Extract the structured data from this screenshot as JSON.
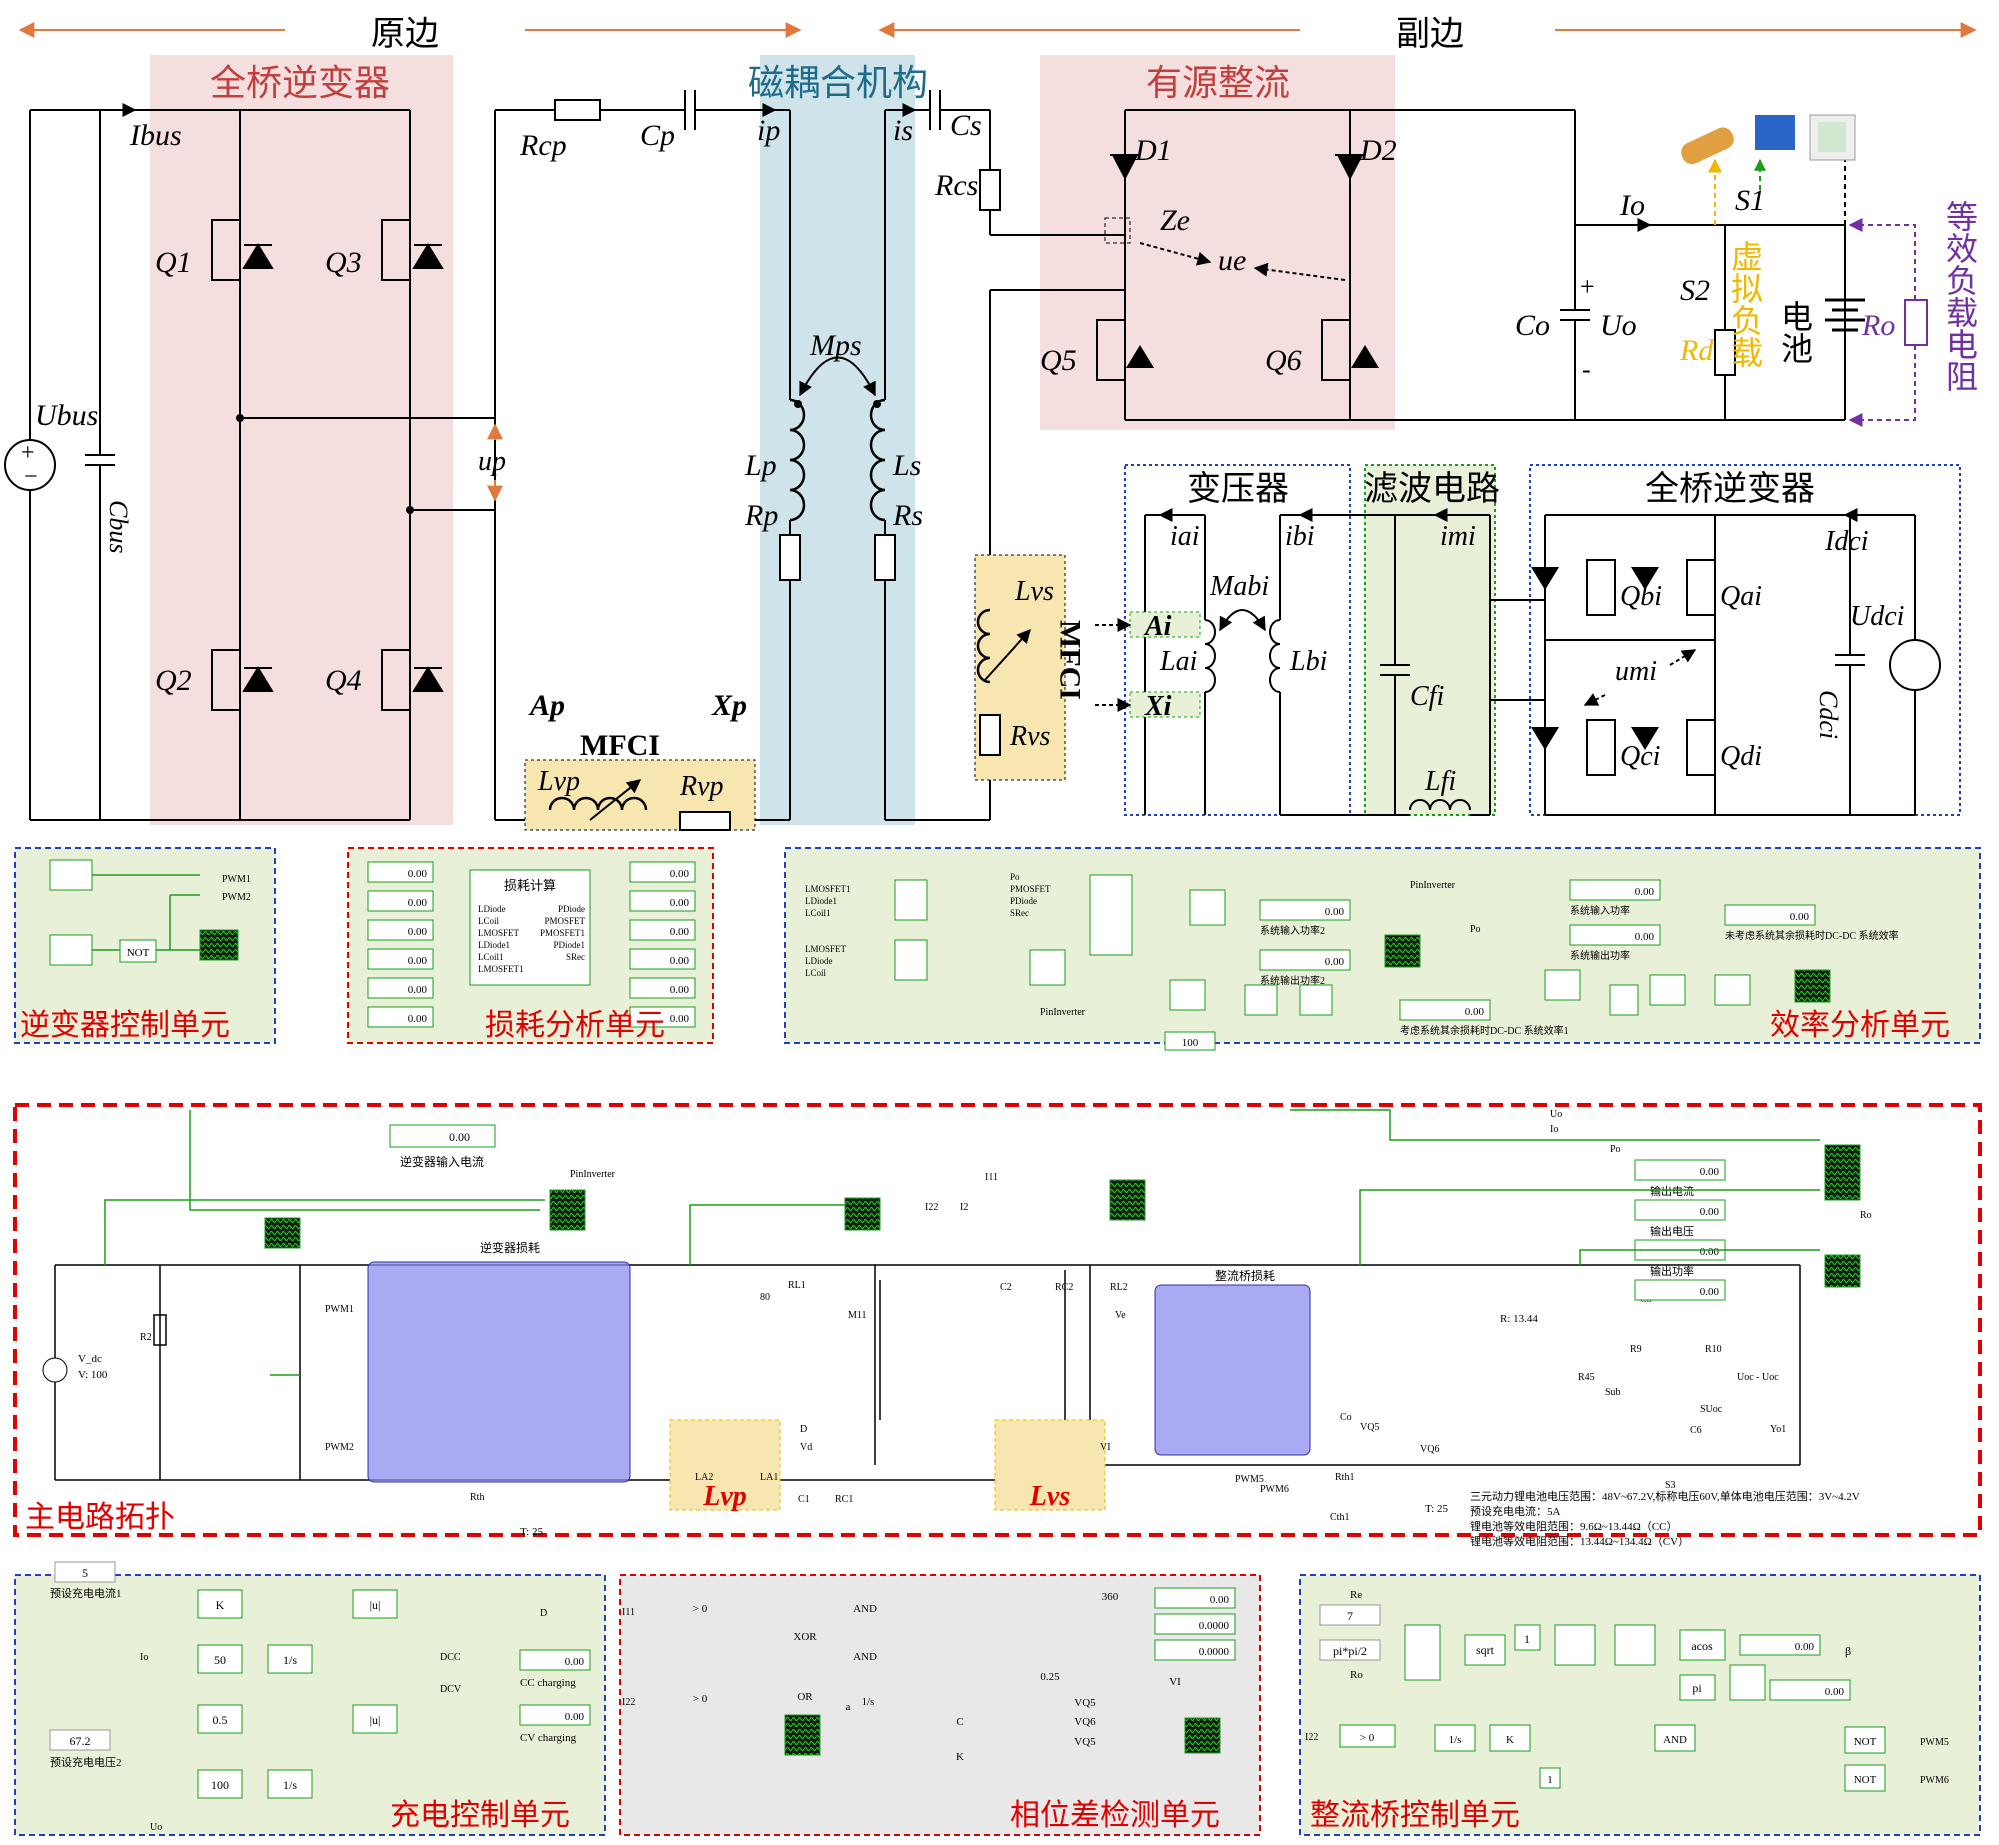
{
  "colors": {
    "wire": "#000000",
    "sim_wire": "#1a9e1a",
    "primary_arrow": "#e07a3c",
    "inverter_bg": "#f5dede",
    "coupler_bg": "#cfe4ea",
    "rectifier_bg": "#f5dede",
    "panel_green": "#e8f0d8",
    "mfci_box": "#f7e6b0",
    "sim_blue_block": "#8c8cf0",
    "red_dash": "#e00000",
    "blue_dash": "#2040c0",
    "virtual_load": "#f0b800",
    "equiv_load": "#7030a0",
    "coupler_title": "#1f6b8a"
  },
  "top": {
    "primary_side": "原边",
    "secondary_side": "副边",
    "full_bridge_inverter": "全桥逆变器",
    "magnetic_coupler": "磁耦合机构",
    "active_rectifier": "有源整流",
    "virtual_load": "虚拟负载",
    "battery": "电池",
    "equiv_load_resistance": "等效负载电阻",
    "transformer": "变压器",
    "filter_circuit": "滤波电路",
    "full_bridge_inverter_2": "全桥逆变器",
    "mfci": "MFCI",
    "labels": {
      "I_bus": "Ibus",
      "U_bus": "Ubus",
      "C_bus": "Cbus",
      "Q1": "Q1",
      "Q2": "Q2",
      "Q3": "Q3",
      "Q4": "Q4",
      "Q5": "Q5",
      "Q6": "Q6",
      "R_cp": "Rcp",
      "C_p": "Cp",
      "i_p": "ip",
      "u_p": "up",
      "i_s": "is",
      "C_s": "Cs",
      "R_cs": "Rcs",
      "M_ps": "Mps",
      "L_p": "Lp",
      "R_p": "Rp",
      "L_s": "Ls",
      "R_s": "Rs",
      "A_p": "Ap",
      "X_p": "Xp",
      "L_vp": "Lvp",
      "R_vp": "Rvp",
      "D1": "D1",
      "D2": "D2",
      "Z_e": "Ze",
      "u_e": "ue",
      "I_o": "Io",
      "C_o": "Co",
      "U_o": "Uo",
      "S1": "S1",
      "S2": "S2",
      "R_d": "Rd",
      "R_o": "Ro",
      "L_vs": "Lvs",
      "R_vs": "Rvs",
      "i_ai": "iai",
      "i_bi": "ibi",
      "i_mi": "imi",
      "I_dci": "Idci",
      "A_i": "Ai",
      "X_i": "Xi",
      "M_abi": "Mabi",
      "L_ai": "Lai",
      "L_bi": "Lbi",
      "C_fi": "Cfi",
      "L_fi": "Lfi",
      "u_mi": "umi",
      "Q_ai": "Qai",
      "Q_bi": "Qbi",
      "Q_ci": "Qci",
      "Q_di": "Qdi",
      "U_dci": "Udci",
      "C_dci": "Cdci"
    }
  },
  "units": {
    "inverter_control": {
      "title": "逆变器控制单元",
      "blocks": [
        "PWM1",
        "PWM2",
        "NOT"
      ]
    },
    "loss_analysis": {
      "title": "损耗分析单元",
      "block_title": "损耗计算",
      "inputs": [
        "LDiode",
        "LCoil",
        "LMOSFET",
        "LDiode1",
        "LCoil1",
        "LMOSFET1"
      ],
      "outputs": [
        "PDiode",
        "PMOSFET",
        "PMOSFET1",
        "PDiode1",
        "SRec"
      ],
      "displays": [
        "0.00",
        "0.00",
        "0.00",
        "0.00",
        "0.00",
        "0.00"
      ]
    },
    "efficiency_analysis": {
      "title": "效率分析单元",
      "ins1": [
        "LMOSFET1",
        "LDiode1",
        "LCoil1"
      ],
      "ins2": [
        "LMOSFET",
        "LDiode",
        "LCoil"
      ],
      "ins3": [
        "Po",
        "PMOSFET",
        "PDiode",
        "SRec"
      ],
      "pin_inverter": "PinInverter",
      "pin_inverter_2": "PinInverter",
      "po": "Po",
      "gain": "100",
      "displays": [
        {
          "value": "0.00",
          "label": "系统输入功率2"
        },
        {
          "value": "0.00",
          "label": "系统输出功率2"
        },
        {
          "value": "0.00",
          "label": "考虑系统其余损耗时DC-DC 系统效率1"
        },
        {
          "value": "0.00",
          "label": "系统输入功率"
        },
        {
          "value": "0.00",
          "label": "系统输出功率"
        },
        {
          "value": "0.00",
          "label": "未考虑系统其余损耗时DC-DC 系统效率"
        }
      ]
    },
    "main_circuit": {
      "title": "主电路拓扑",
      "inverter_loss": "逆变器损耗",
      "rect_loss": "整流桥损耗",
      "vdc": "V_dc",
      "vdc_value": "V: 100",
      "inverter_input_current": "逆变器输入电流",
      "inverter_input_current_value": "0.00",
      "pin_inverter": "PinInverter",
      "probe_labels": [
        "I11",
        "I22",
        "I2",
        "Ve",
        "Uo",
        "Io",
        "Po",
        "Ro",
        "VQ5",
        "VQ6",
        "Vd",
        "VI",
        "PWM1",
        "PWM2",
        "PWM5",
        "PWM6",
        "D"
      ],
      "comp_labels": [
        "R2",
        "RL1",
        "M11",
        "C2",
        "RC2",
        "RL2",
        "C1",
        "RC1",
        "Rth",
        "Rth1",
        "Cth1",
        "Co",
        "C5",
        "R9",
        "R10",
        "C6",
        "R45",
        "S3",
        "Sub",
        "SUoc",
        "Uoc - Uoc",
        "Yo1",
        "LA2",
        "LA1",
        "80"
      ],
      "temp_note": "T: 25",
      "temp_note_2": "T: 25",
      "r_value": "R: 13.44",
      "lvp": "Lvp",
      "lvs": "Lvs",
      "outputs": [
        {
          "value": "0.00",
          "label": "输出电流"
        },
        {
          "value": "0.00",
          "label": "输出电压"
        },
        {
          "value": "0.00",
          "label": "输出功率"
        },
        {
          "value": "0.00",
          "label": ""
        }
      ],
      "notes": [
        "三元动力锂电池电压范围：48V~67.2V,标称电压60V,单体电池电压范围：3V~4.2V",
        "预设充电电流：5A",
        "锂电池等效电阻范围：9.6Ω~13.44Ω（CC）",
        "锂电池等效电阻范围：13.44Ω~134.4Ω（CV）"
      ]
    },
    "charge_control": {
      "title": "充电控制单元",
      "preset_current": "5",
      "preset_current_label": "预设充电电流1",
      "preset_voltage": "67.2",
      "preset_voltage_label": "预设充电电压2",
      "blocks": [
        "K",
        "50",
        "1/s",
        "|u|",
        "0.5",
        "100",
        "1/s",
        "|u|"
      ],
      "signals": [
        "Io",
        "Uo",
        "D",
        "DCC",
        "DCV"
      ],
      "displays": [
        {
          "value": "0.00",
          "label": "CC charging"
        },
        {
          "value": "0.00",
          "label": "CV charging"
        }
      ]
    },
    "phase_detect": {
      "title": "相位差检测单元",
      "inputs": [
        "I11",
        "I22"
      ],
      "blocks": [
        "> 0",
        "> 0",
        "XOR",
        "OR",
        "AND",
        "AND",
        "1/s",
        "360",
        "0.25",
        "VQ5",
        "VQ6",
        "VQ5",
        "C",
        "K",
        "VI",
        "a"
      ],
      "displays": [
        "0.00",
        "0.0000",
        "0.0000"
      ]
    },
    "rect_control": {
      "title": "整流桥控制单元",
      "re": "Re",
      "const_7": "7",
      "pi_label": "pi*pi/2",
      "ro": "Ro",
      "sqrt": "sqrt",
      "acos": "acos",
      "one": "1",
      "pi": "pi",
      "beta": "β",
      "i22": "I22",
      "gt0": "> 0",
      "blocks": [
        "1/s",
        "K",
        "AND",
        "NOT",
        "NOT"
      ],
      "outputs": [
        "PWM5",
        "PWM6"
      ],
      "displays": [
        "0.00",
        "0.00"
      ],
      "one_b": "1"
    }
  }
}
